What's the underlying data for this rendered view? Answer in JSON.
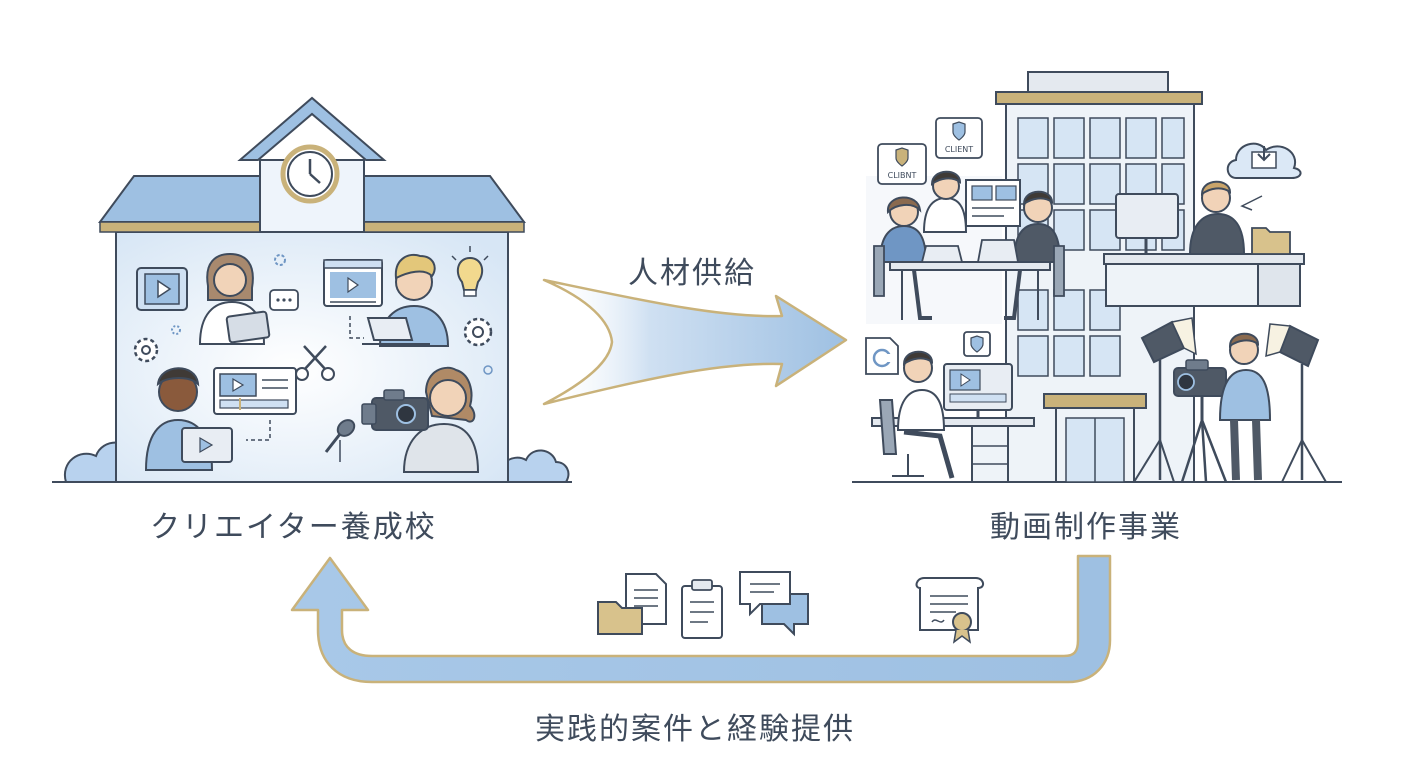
{
  "nodes": {
    "school": {
      "label": "クリエイター養成校"
    },
    "company": {
      "label": "動画制作事業"
    }
  },
  "flows": {
    "supply": {
      "label": "人材供給"
    },
    "return": {
      "label": "実践的案件と経験提供"
    }
  },
  "tags": {
    "client_1": "CLIBNT",
    "client_2": "CLIENT"
  },
  "colors": {
    "blue_light": "#dbe8f6",
    "blue": "#9ec0e2",
    "blue_dark": "#6f96c4",
    "gold": "#c9b27a",
    "outline": "#3f4b5c"
  }
}
